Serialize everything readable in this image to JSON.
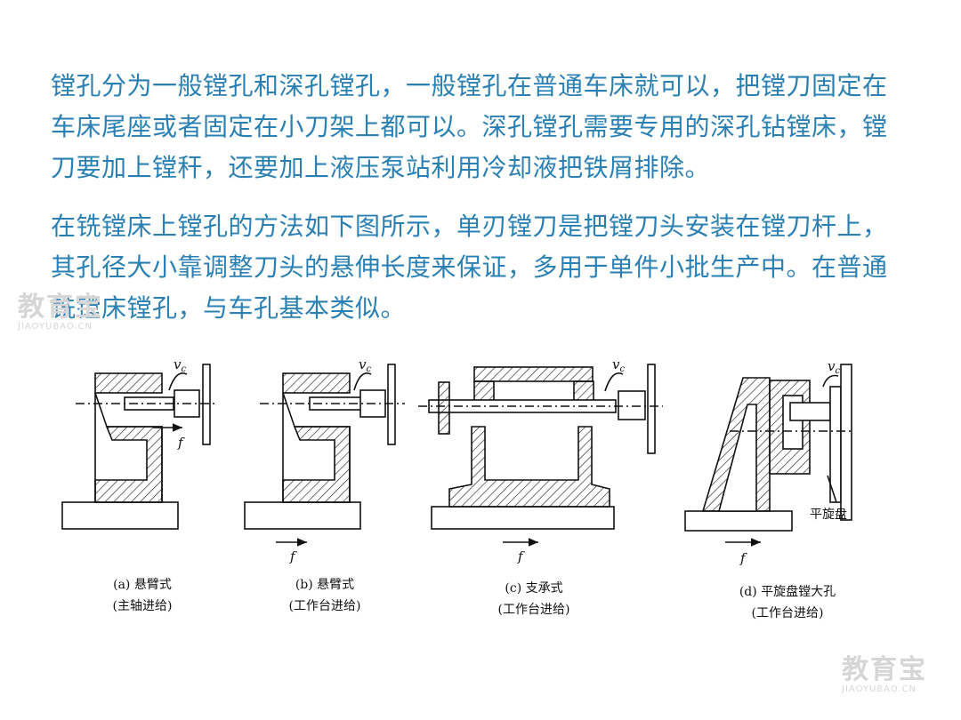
{
  "paragraphs": [
    "镗孔分为一般镗孔和深孔镗孔，一般镗孔在普通车床就可以，把镗刀固定在车床尾座或者固定在小刀架上都可以。深孔镗孔需要专用的深孔钻镗床，镗刀要加上镗秆，还要加上液压泵站利用冷却液把铁屑排除。",
    "在铣镗床上镗孔的方法如下图所示，单刃镗刀是把镗刀头安装在镗刀杆上，其孔径大小靠调整刀头的悬伸长度来保证，多用于单件小批生产中。在普通铣镗床镗孔，与车孔基本类似。"
  ],
  "watermark": {
    "cn": "教育宝",
    "en": "JIAOYUBAO.CN"
  },
  "figure": {
    "symbols": {
      "vc": "v",
      "vc_sub": "c",
      "f": "f"
    },
    "faceplate_label": "平旋盘",
    "captions": [
      {
        "line1": "(a)  悬臂式",
        "line2": "(主轴进给)"
      },
      {
        "line1": "(b)  悬臂式",
        "line2": "(工作台进给)"
      },
      {
        "line1": "(c)  支承式",
        "line2": "(工作台进给)"
      },
      {
        "line1": "(d)  平旋盘镗大孔",
        "line2": "(工作台进给)"
      }
    ]
  }
}
